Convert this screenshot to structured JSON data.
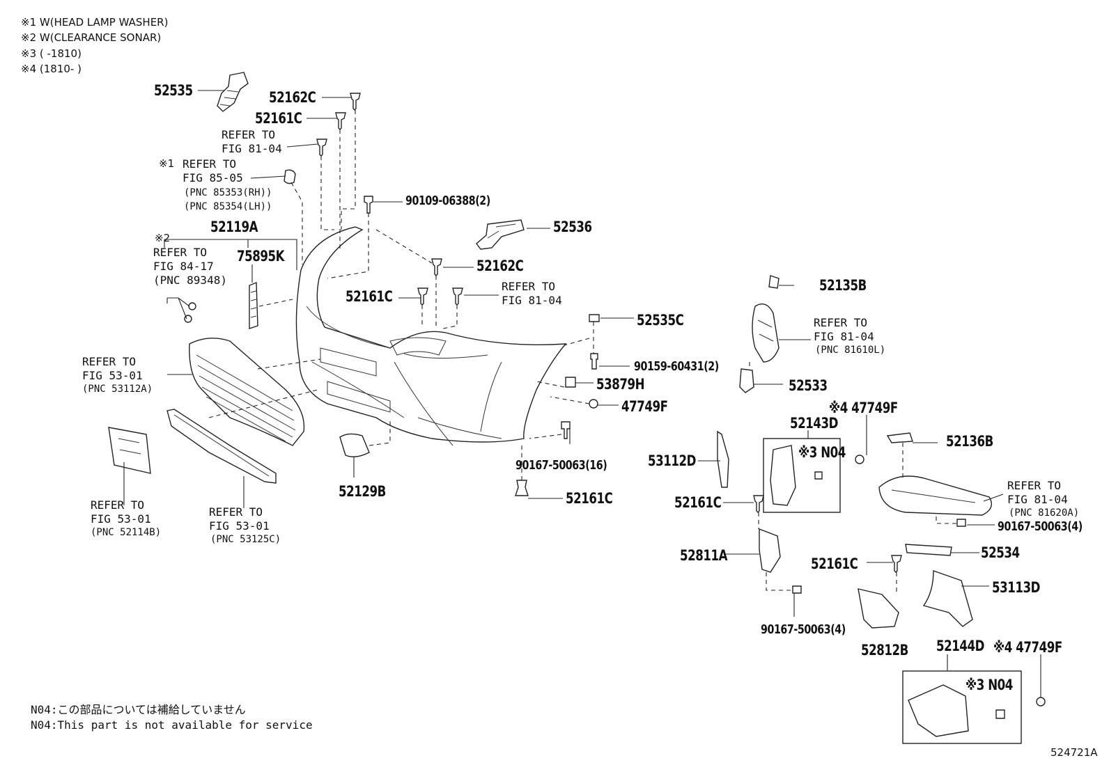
{
  "notes": [
    "※1 W(HEAD LAMP WASHER)",
    "※2 W(CLEARANCE SONAR)",
    "※3 (     -1810)",
    "※4 (1810-     )"
  ],
  "labels": {
    "p52535": "52535",
    "p52162c_top": "52162C",
    "p52161c_top": "52161C",
    "ref_81_04_a1": "REFER TO",
    "ref_81_04_a2": "FIG 81-04",
    "ref_85_05_mark": "※1",
    "ref_85_05_1": "REFER TO",
    "ref_85_05_2": "FIG 85-05",
    "pnc_85353": "(PNC 85353(RH))",
    "pnc_85354": "(PNC 85354(LH))",
    "p90109": "90109-06388(2)",
    "p52536": "52536",
    "p52119a": "52119A",
    "ref_84_17_mark": "※2",
    "ref_84_17_1": "REFER TO",
    "ref_84_17_2": "FIG 84-17",
    "pnc_89348": "(PNC 89348)",
    "p75895k": "75895K",
    "p52162c_mid": "52162C",
    "p52161c_mid": "52161C",
    "ref_81_04_b1": "REFER TO",
    "ref_81_04_b2": "FIG 81-04",
    "p52535c": "52535C",
    "p90159": "90159-60431(2)",
    "p53879h": "53879H",
    "p47749f_mid": "47749F",
    "ref_53_01_a1": "REFER TO",
    "ref_53_01_a2": "FIG 53-01",
    "pnc_53112a": "(PNC 53112A)",
    "p90167_16": "90167-50063(16)",
    "p52161c_low": "52161C",
    "p52129b": "52129B",
    "ref_53_01_b1": "REFER TO",
    "ref_53_01_b2": "FIG 53-01",
    "pnc_52114b": "(PNC 52114B)",
    "ref_53_01_c1": "REFER TO",
    "ref_53_01_c2": "FIG 53-01",
    "pnc_53125c": "(PNC 53125C)",
    "p52135b": "52135B",
    "ref_81_04_c1": "REFER TO",
    "ref_81_04_c2": "FIG 81-04",
    "pnc_81610l": "(PNC 81610L)",
    "p52533": "52533",
    "p47749f_r4": "※4 47749F",
    "p52143d": "52143D",
    "n04_a": "※3 N04",
    "p52136b": "52136B",
    "p53112d": "53112D",
    "p52161c_r": "52161C",
    "ref_81_04_d1": "REFER TO",
    "ref_81_04_d2": "FIG 81-04",
    "pnc_81620a": "(PNC 81620A)",
    "p90167_4r": "90167-50063(4)",
    "p52534": "52534",
    "p52811a": "52811A",
    "p52161c_r2": "52161C",
    "p53113d": "53113D",
    "p90167_4l": "90167-50063(4)",
    "p52144d": "52144D",
    "p47749f_r4b": "※4 47749F",
    "p52812b": "52812B",
    "n04_b": "※3 N04"
  },
  "footer": {
    "jp": "N04:この部品については補給していません",
    "en": "N04:This part is not available for service",
    "figure_id": "524721A"
  }
}
